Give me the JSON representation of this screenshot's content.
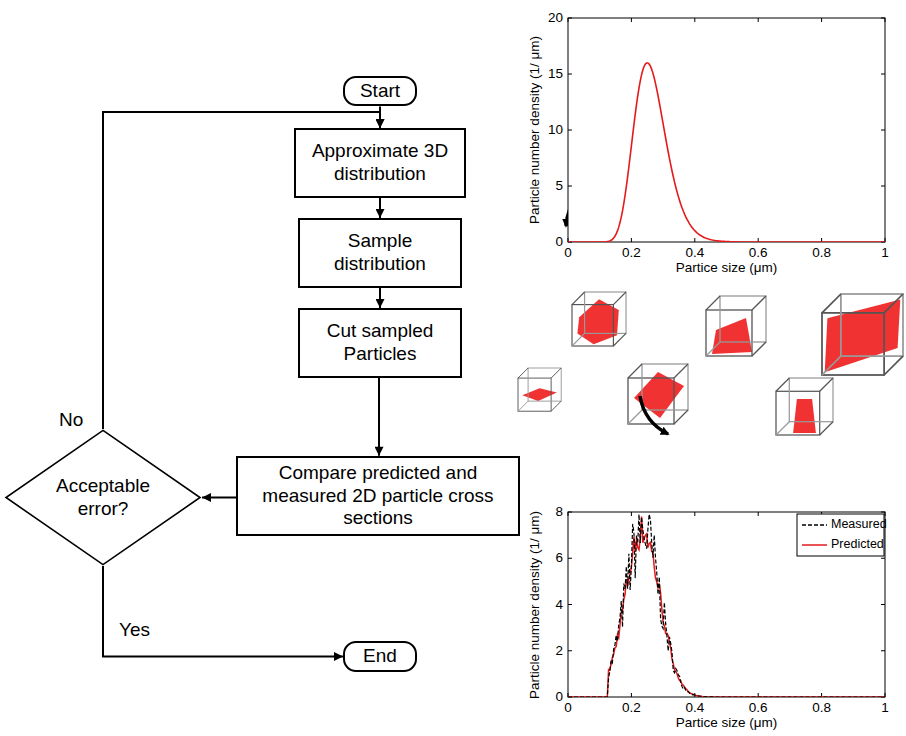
{
  "diagram": {
    "nodes": [
      {
        "text": [
          "Start"
        ]
      },
      {
        "text": [
          "Approximate 3D distribution"
        ]
      },
      {
        "text": [
          "Sample distribution"
        ]
      },
      {
        "text": [
          "Cut sampled Particles"
        ]
      },
      {
        "text": [
          "Compare predicted and measured 2D particle cross sections"
        ]
      },
      {
        "text": [
          "Acceptable error?"
        ]
      },
      {
        "text": [
          "End"
        ]
      }
    ],
    "edges": [
      {
        "from": 0,
        "to": 1,
        "arrow": "to"
      },
      {
        "from": 1,
        "to": 2,
        "arrow": "to"
      },
      {
        "from": 2,
        "to": 3,
        "arrow": "to"
      },
      {
        "from": 3,
        "to": 4,
        "arrow": "to"
      },
      {
        "from": 4,
        "to": 5,
        "arrow": "to"
      },
      {
        "from": 5,
        "to": 1,
        "label": "No",
        "arrow": "to"
      },
      {
        "from": 5,
        "to": 6,
        "label": "Yes",
        "arrow": "to"
      }
    ],
    "labels": [
      "0",
      "5",
      "10",
      "15",
      "20",
      "0",
      "0.2",
      "0.4",
      "0.6",
      "0.8",
      "1",
      "Particle number density (1/ μm)",
      "Partice size (μm)",
      "0",
      "2",
      "4",
      "6",
      "8",
      "0",
      "0.2",
      "0.4",
      "0.6",
      "0.8",
      "1",
      "Particle number density (1/ μm)",
      "Partice size (μm)"
    ],
    "legend": [
      {
        "text": "Measured"
      },
      {
        "text": "Predicted"
      }
    ]
  }
}
